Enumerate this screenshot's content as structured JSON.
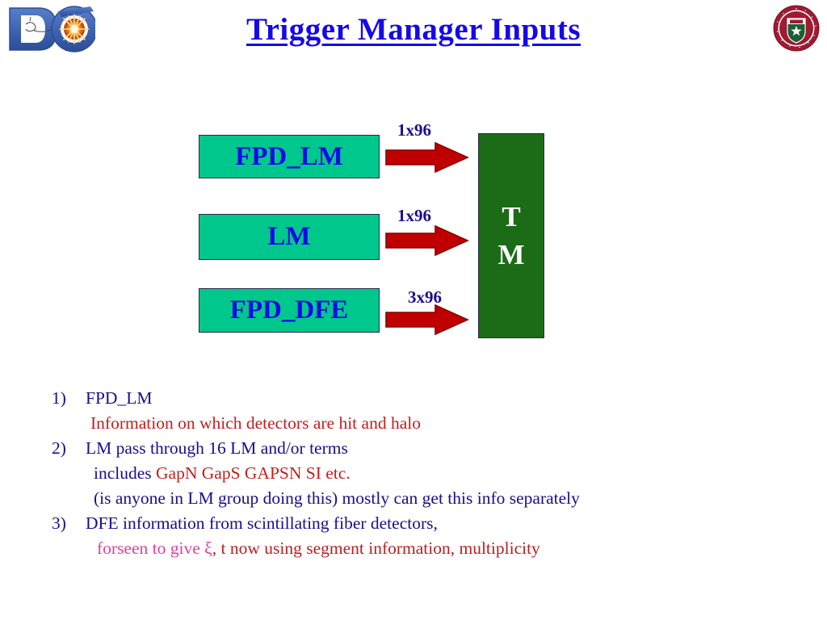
{
  "slide": {
    "title": "Trigger Manager Inputs",
    "title_color": "#1409e8",
    "background": "#ffffff"
  },
  "logos": {
    "left": {
      "name": "d0-experiment-logo",
      "alt": "DZero experiment logo",
      "primary_color": "#3d62b0",
      "burst_color": "#f07a10"
    },
    "right": {
      "name": "uta-seal-logo",
      "alt": "The University of Texas at Arlington seal",
      "primary_color": "#9e1b32"
    }
  },
  "diagram": {
    "box_fill": "#00c78c",
    "box_border": "#2a2a4a",
    "box_text_color": "#1409e8",
    "arrow_color": "#c00000",
    "arrow_outline": "#8c0000",
    "label_color": "#1a0e8c",
    "sources": [
      {
        "id": "fpd-lm",
        "label": "FPD_LM",
        "flow": "1x96"
      },
      {
        "id": "lm",
        "label": "LM",
        "flow": "1x96"
      },
      {
        "id": "fpd-dfe",
        "label": "FPD_DFE",
        "flow": "3x96"
      }
    ],
    "destination": {
      "id": "tm",
      "label_line_1": "T",
      "label_line_2": "M",
      "fill": "#1b6b17",
      "text_color": "#ffffff"
    }
  },
  "notes": {
    "items": [
      {
        "marker": "1)",
        "segments": [
          {
            "text": "FPD_LM",
            "color": "blue"
          }
        ]
      },
      {
        "marker": "",
        "indent": 1,
        "segments": [
          {
            "text": "Information on which detectors are hit and halo",
            "color": "red"
          }
        ]
      },
      {
        "marker": "2)",
        "segments": [
          {
            "text": "LM  pass through 16 LM and/or terms",
            "color": "blue"
          }
        ]
      },
      {
        "marker": "",
        "indent": 2,
        "segments": [
          {
            "text": "includes ",
            "color": "blue"
          },
          {
            "text": "GapN  GapS  GAPSN  SI etc.",
            "color": "red"
          }
        ]
      },
      {
        "marker": "",
        "indent": 2,
        "segments": [
          {
            "text": "(is anyone in LM group doing this) mostly can get this info separately",
            "color": "blue"
          }
        ]
      },
      {
        "marker": "3)",
        "segments": [
          {
            "text": "DFE information from scintillating fiber detectors,",
            "color": "blue"
          }
        ]
      },
      {
        "marker": "",
        "indent": 3,
        "segments": [
          {
            "text": "forseen to give ",
            "color": "magenta"
          },
          {
            "text": "ξ",
            "color": "magenta"
          },
          {
            "text": ", t now using segment information, multiplicity",
            "color": "darkred"
          }
        ]
      }
    ]
  },
  "colors": {
    "title_blue": "#1409e8",
    "text_blue": "#1a0e8c",
    "text_red": "#c0211e",
    "text_magenta": "#e0429a",
    "text_darkred": "#b92020",
    "box_green": "#00c78c",
    "tm_green": "#1b6b17",
    "arrow_red": "#c00000"
  }
}
